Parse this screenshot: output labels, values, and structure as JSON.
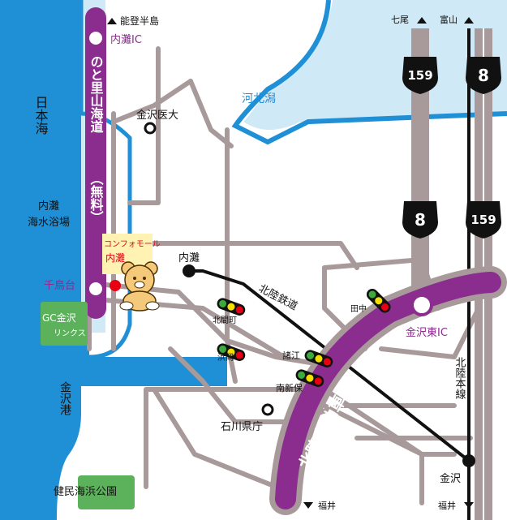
{
  "labels": {
    "noto_hanto": "能登半島",
    "uchinada_ic": "内灘IC",
    "noto_satoyama_kaido": "のと里山海道",
    "muryo": "（無料）",
    "sea": "日本海",
    "beach_line1": "内灘",
    "beach_line2": "海水浴場",
    "kanazawa_med": "金沢医大",
    "kahokugata": "河北潟",
    "mall_line1": "コンフォモール",
    "mall_line2": "内灘",
    "chidoridai": "千鳥台",
    "golf_line1": "GC金沢",
    "golf_line2": "リンクス",
    "port": "金沢港",
    "uchinada_station": "内灘",
    "hokuriku_railway": "北陸鉄道",
    "kitamamachi": "北間町",
    "hamaoka": "浜岡",
    "moroe": "諸江",
    "minami_shinbo": "南新保",
    "tanaka": "田中",
    "kanazawa_higashi_ic": "金沢東IC",
    "expressway": "北陸自動車道",
    "hokuriku_line": "北陸本線",
    "prefectural_office": "石川県庁",
    "park": "健民海浜公園",
    "kanazawa_station": "金沢",
    "nanao": "七尾",
    "toyama": "富山",
    "fukui_1": "福井",
    "fukui_2": "福井",
    "route_159": "159",
    "route_8": "8"
  },
  "colors": {
    "sea": "#1f8fd6",
    "lake": "#cfe9f7",
    "road": "#a89a9a",
    "expressway": "#8b2c8f",
    "golf": "#5bb25b",
    "park": "#5bb25b",
    "mall_marker": "#e60012",
    "mall_area": "#fff2b3"
  }
}
